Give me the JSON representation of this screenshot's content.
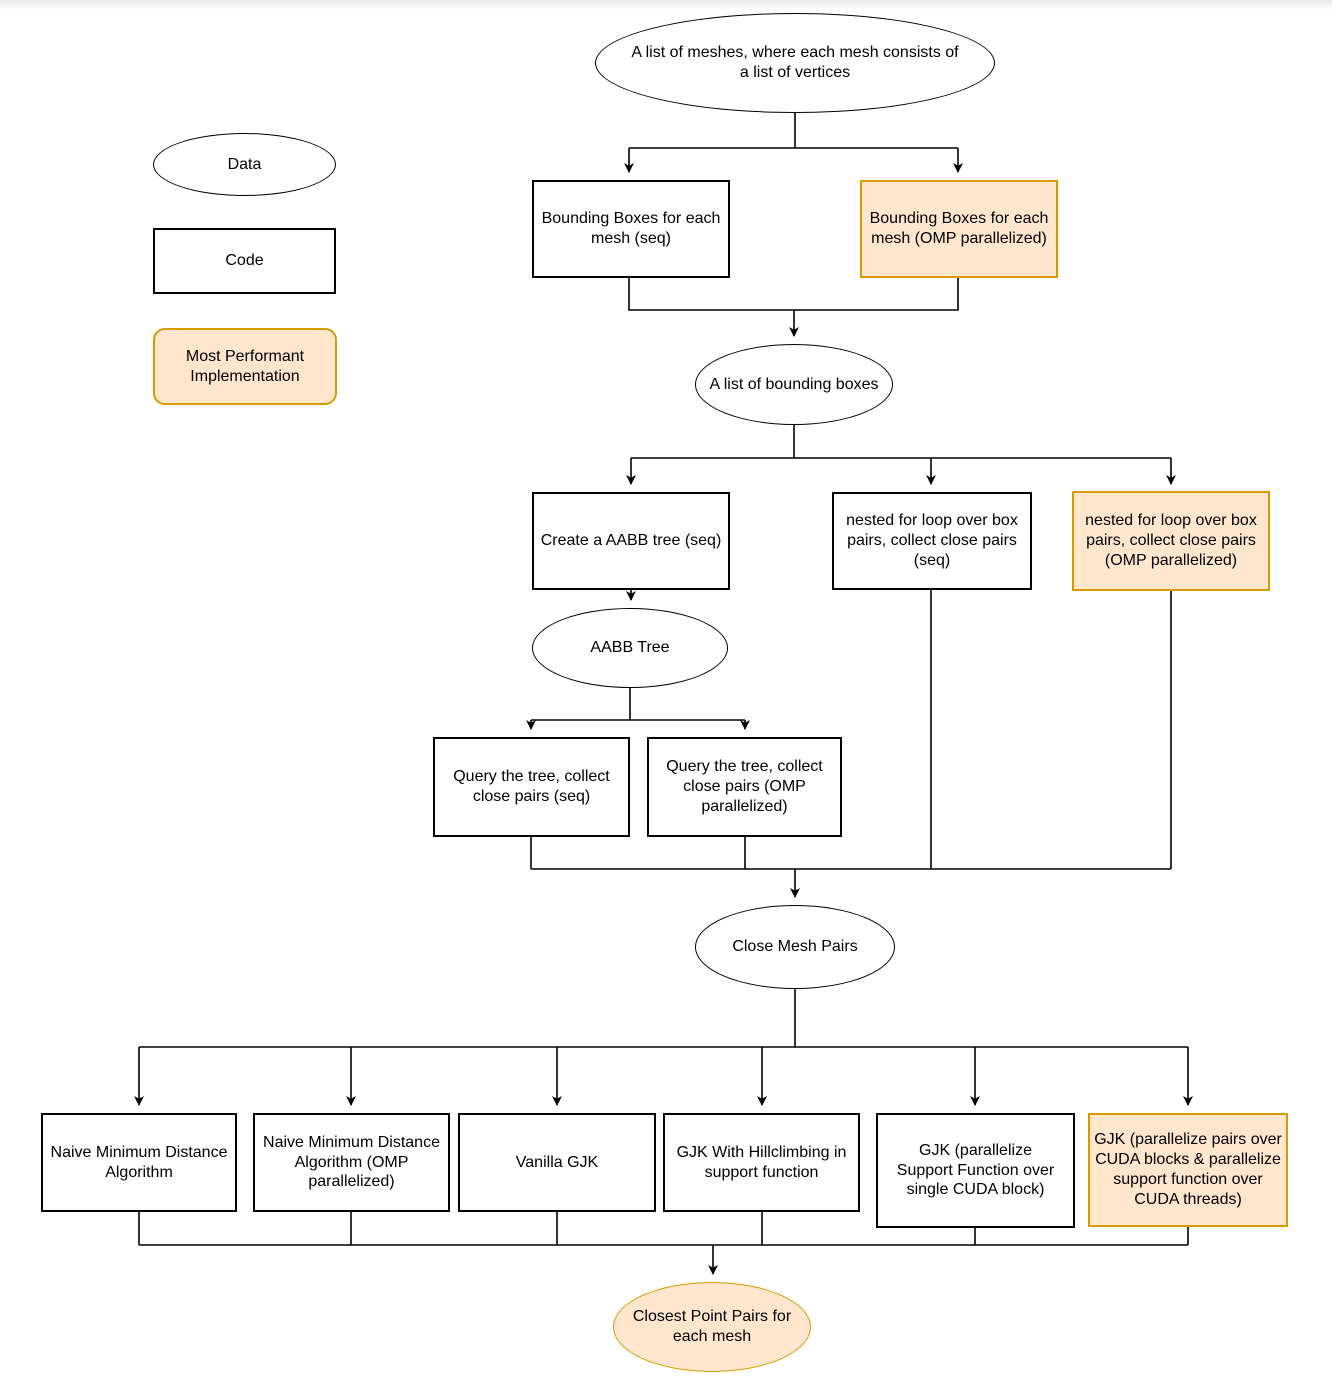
{
  "legend": {
    "data_label": "Data",
    "code_label": "Code",
    "performant_label": "Most Performant Implementation"
  },
  "nodes": {
    "mesh_list": "A list of meshes, where each mesh consists of a list of vertices",
    "bb_seq": "Bounding Boxes for each mesh (seq)",
    "bb_omp": "Bounding Boxes for each mesh (OMP parallelized)",
    "bbox_list": "A list of bounding boxes",
    "aabb_create": "Create a AABB tree (seq)",
    "nested_seq": "nested for loop over box pairs, collect close pairs (seq)",
    "nested_omp": "nested for loop over box pairs, collect close pairs (OMP parallelized)",
    "aabb_tree": "AABB Tree",
    "query_seq": "Query the tree, collect close pairs (seq)",
    "query_omp": "Query the tree, collect close pairs (OMP parallelized)",
    "close_pairs": "Close Mesh Pairs",
    "naive": "Naive Minimum Distance Algorithm",
    "naive_omp": "Naive Minimum Distance Algorithm (OMP parallelized)",
    "vanilla_gjk": "Vanilla GJK",
    "gjk_hillclimb": "GJK With Hillclimbing in support function",
    "gjk_cuda_block": "GJK  (parallelize Support Function over single CUDA block)",
    "gjk_cuda_full": "GJK (parallelize pairs over CUDA blocks & parallelize support function over CUDA threads)",
    "closest_points": "Closest Point Pairs for each mesh"
  },
  "colors": {
    "highlight_fill": "#FFE6CC",
    "highlight_stroke": "#D79B00",
    "shape_stroke": "#000000",
    "text": "#000000",
    "background": "#FFFFFF"
  }
}
